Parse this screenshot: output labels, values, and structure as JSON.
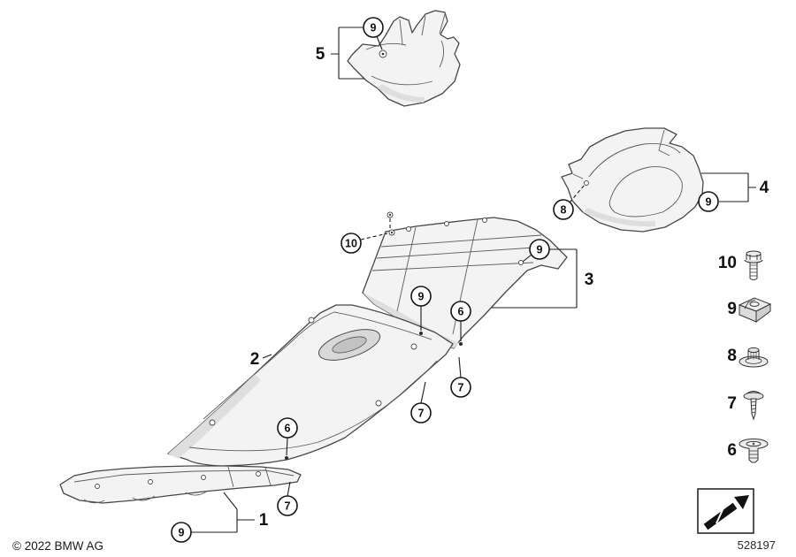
{
  "diagram": {
    "footer": {
      "copyright": "© 2022 BMW AG",
      "diagram_number": "528197"
    }
  },
  "part_labels": [
    {
      "label": "1"
    },
    {
      "label": "2"
    },
    {
      "label": "3"
    },
    {
      "label": "4"
    },
    {
      "label": "5"
    }
  ],
  "callouts": [
    {
      "label": "9"
    },
    {
      "label": "8"
    },
    {
      "label": "9"
    },
    {
      "label": "10"
    },
    {
      "label": "9"
    },
    {
      "label": "9"
    },
    {
      "label": "6"
    },
    {
      "label": "7"
    },
    {
      "label": "7"
    },
    {
      "label": "6"
    },
    {
      "label": "7"
    },
    {
      "label": "9"
    }
  ],
  "legend": [
    {
      "number": "10",
      "icon": "hex-flange-bolt-icon"
    },
    {
      "number": "9",
      "icon": "cage-nut-clip-icon"
    },
    {
      "number": "8",
      "icon": "plastic-nut-icon"
    },
    {
      "number": "7",
      "icon": "self-tapping-screw-icon"
    },
    {
      "number": "6",
      "icon": "expansion-rivet-icon"
    }
  ],
  "direction_indicator": {
    "icon": "travel-direction-arrow-icon"
  }
}
